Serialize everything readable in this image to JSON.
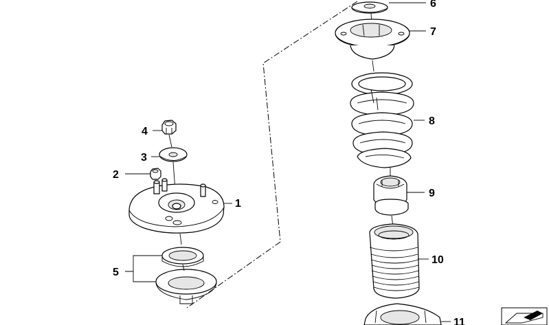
{
  "callouts": {
    "c1": "1",
    "c2": "2",
    "c3": "3",
    "c4": "4",
    "c5": "5",
    "c6": "6",
    "c7": "7",
    "c8": "8",
    "c9": "9",
    "c10": "10",
    "c11": "11"
  },
  "icons": {
    "corner": "car-section-icon"
  }
}
